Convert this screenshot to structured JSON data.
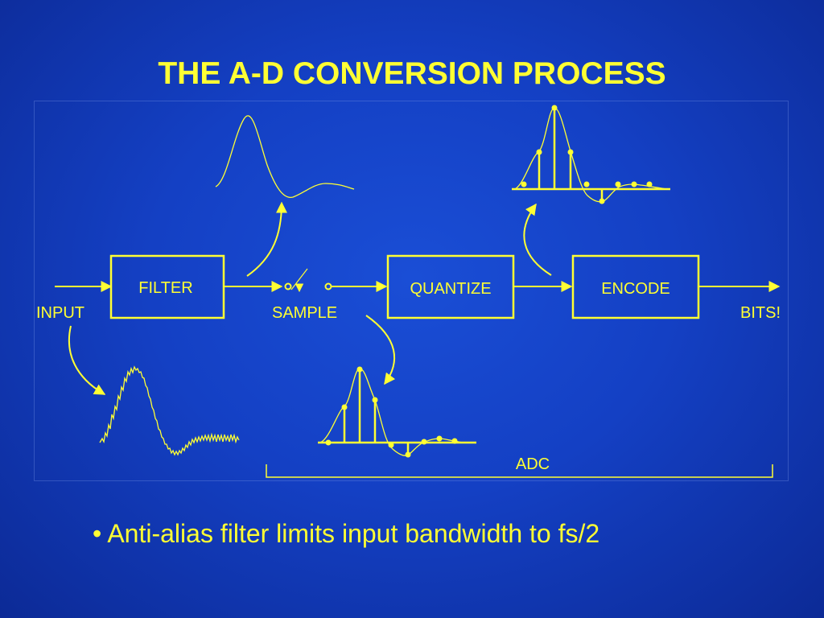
{
  "slide": {
    "title": "THE A-D CONVERSION PROCESS",
    "bullet": "• Anti-alias filter limits input bandwidth to fs/2"
  },
  "diagram": {
    "blocks": {
      "filter": "FILTER",
      "quantize": "QUANTIZE",
      "encode": "ENCODE"
    },
    "labels": {
      "input": "INPUT",
      "sample": "SAMPLE",
      "bits": "BITS!",
      "adc": "ADC"
    }
  },
  "colors": {
    "background": "#1440c4",
    "foreground": "#ffff33"
  }
}
